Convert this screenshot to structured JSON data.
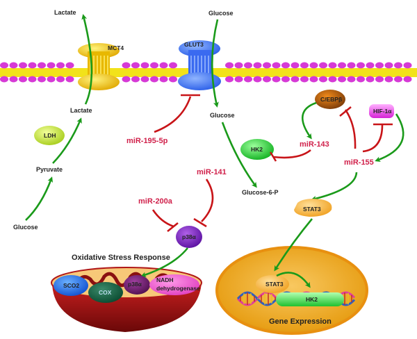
{
  "labels": {
    "lactate_out": "Lactate",
    "lactate_in": "Lactate",
    "glucose_out": "Glucose",
    "glucose_in": "Glucose",
    "glucose_glycolysis": "Glucose",
    "pyruvate": "Pyruvate",
    "glucose_6_p": "Glucose-6-P"
  },
  "proteins": {
    "mct4": "MCT4",
    "glut3": "GLUT3",
    "ldh": "LDH",
    "hk2": "HK2",
    "cebpb": "C/EBPβ",
    "hif1a": "HIF-1α",
    "stat3": "STAT3",
    "p38a": "p38α",
    "sco2": "SCO2",
    "cox": "COX",
    "p38a_mito": "p38α",
    "nadh_line1": "NADH",
    "nadh_line2": "dehydrogenase",
    "stat3_nucleus": "STAT3",
    "hk2_gene": "HK2"
  },
  "mirnas": {
    "mir195": "miR-195-5p",
    "mir143": "miR-143",
    "mir155": "miR-155",
    "mir141": "miR-141",
    "mir200a": "miR-200a"
  },
  "titles": {
    "oxidative": "Oxidative Stress Response",
    "gene_expression": "Gene Expression"
  },
  "colors": {
    "activation": "#1a9a1a",
    "inhibition": "#c81418",
    "mirna_text": "#d0204a",
    "membrane_head": "#d63ad6",
    "membrane_tail": "#f2e21a"
  }
}
